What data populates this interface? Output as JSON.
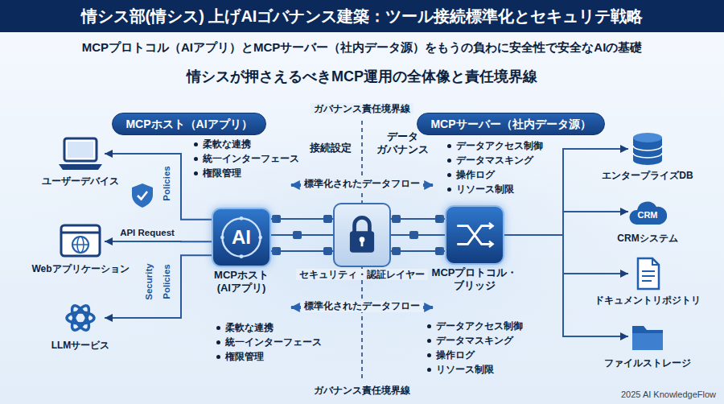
{
  "diagram": {
    "title": "情シス部(情シス) 上げAIゴバナンス建築：ツール接続標準化とセキュリテ戦略",
    "nodes": [
      {
        "text": [
          "MCPホスト（AIアプリ）"
        ]
      },
      {
        "text": [
          "MCPサーバー（社内データ源）"
        ]
      },
      {
        "text": [
          "ユーザーデバイス"
        ]
      },
      {
        "text": [
          "Webアプリケーション"
        ]
      },
      {
        "text": [
          "LLMサービス"
        ]
      },
      {
        "text": [
          "AI",
          "MCPホスト (AIアプリ)"
        ]
      },
      {
        "text": [
          "セキュリティ・認証レイヤー"
        ]
      },
      {
        "text": [
          "MCPプロトコル・ ブリッジ"
        ]
      },
      {
        "text": [
          "エンタープライズDB"
        ]
      },
      {
        "text": [
          "CRM",
          "CRMシステム"
        ]
      },
      {
        "text": [
          "ドキュメントリポジトリ"
        ]
      },
      {
        "text": [
          "ファイルストレージ"
        ]
      }
    ],
    "edges": [
      {
        "from": 5,
        "to": 2,
        "arrow": "to"
      },
      {
        "from": 5,
        "to": 3,
        "arrow": "to",
        "label": "API Request"
      },
      {
        "from": 5,
        "to": 4,
        "arrow": "to"
      },
      {
        "from": 5,
        "to": 6,
        "arrow": "none"
      },
      {
        "from": 6,
        "to": 7,
        "arrow": "none"
      },
      {
        "from": 7,
        "to": 8,
        "arrow": "to"
      },
      {
        "from": 7,
        "to": 9,
        "arrow": "to"
      },
      {
        "from": 7,
        "to": 10,
        "arrow": "to"
      },
      {
        "from": 7,
        "to": 11,
        "arrow": "to"
      }
    ],
    "labels": [
      "MCPプロトコル（AIアプリ）とMCPサーバー（社内データ源）をもうの負わに安全性で安全なAIの基礎",
      "情シスが押さえるべきMCP運用の全体像と責任境界線",
      "ガバナンス責任境界線",
      "接続設定",
      "データ ガバナンス",
      "柔軟な連携",
      "統一インターフェース",
      "権限管理",
      "データアクセス制御",
      "データマスキング",
      "操作ログ",
      "リソース制限",
      "標準化されたデータフロー",
      "Policies",
      "Policies",
      "Security",
      "標準化されたデータフロー",
      "柔軟な連携",
      "統一インターフェース",
      "権限管理",
      "データアクセス制御",
      "データマスキング",
      "操作ログ",
      "リソース制限",
      "ガバナンス責任境界線",
      "2025 AI KnowledgeFlow"
    ]
  }
}
